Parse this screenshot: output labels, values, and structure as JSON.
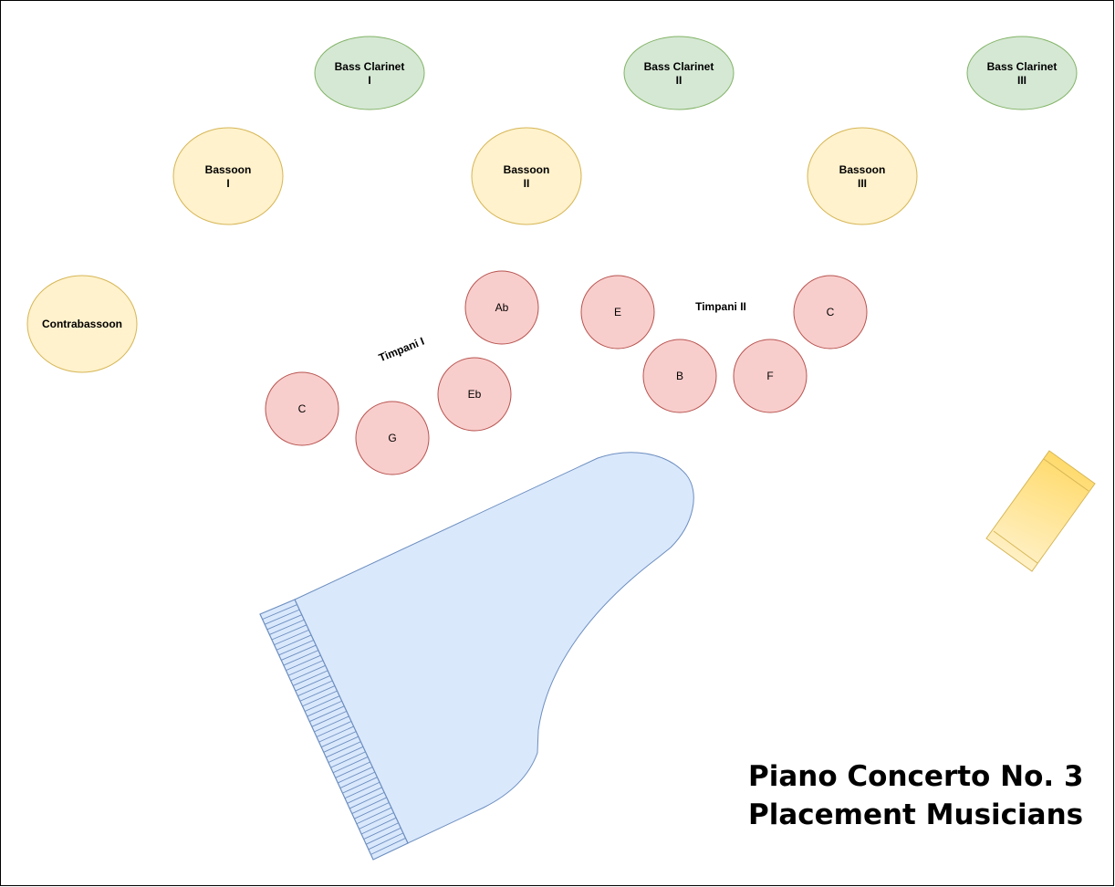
{
  "title": {
    "line1": "Piano Concerto No. 3",
    "line2": "Placement  Musicians"
  },
  "colors": {
    "clarinet_fill": "#d5e8d4",
    "clarinet_stroke": "#82b366",
    "bassoon_fill": "#fff2cc",
    "bassoon_stroke": "#d6b656",
    "timpani_fill": "#f8cecc",
    "timpani_stroke": "#b85450",
    "piano_fill": "#dae8fc",
    "piano_stroke": "#6c8ebf"
  },
  "bass_clarinets": [
    {
      "name": "Bass Clarinet",
      "num": "I"
    },
    {
      "name": "Bass Clarinet",
      "num": "II"
    },
    {
      "name": "Bass Clarinet",
      "num": "III"
    }
  ],
  "bassoons": [
    {
      "name": "Bassoon",
      "num": "I"
    },
    {
      "name": "Bassoon",
      "num": "II"
    },
    {
      "name": "Bassoon",
      "num": "III"
    }
  ],
  "contrabassoon": "Contrabassoon",
  "timpani_1": {
    "label": "Timpani I",
    "drums": [
      "C",
      "G",
      "Eb",
      "Ab"
    ]
  },
  "timpani_2": {
    "label": "Timpani II",
    "drums": [
      "E",
      "B",
      "F",
      "C"
    ]
  },
  "piano": "grand-piano",
  "bench": "piano-bench"
}
